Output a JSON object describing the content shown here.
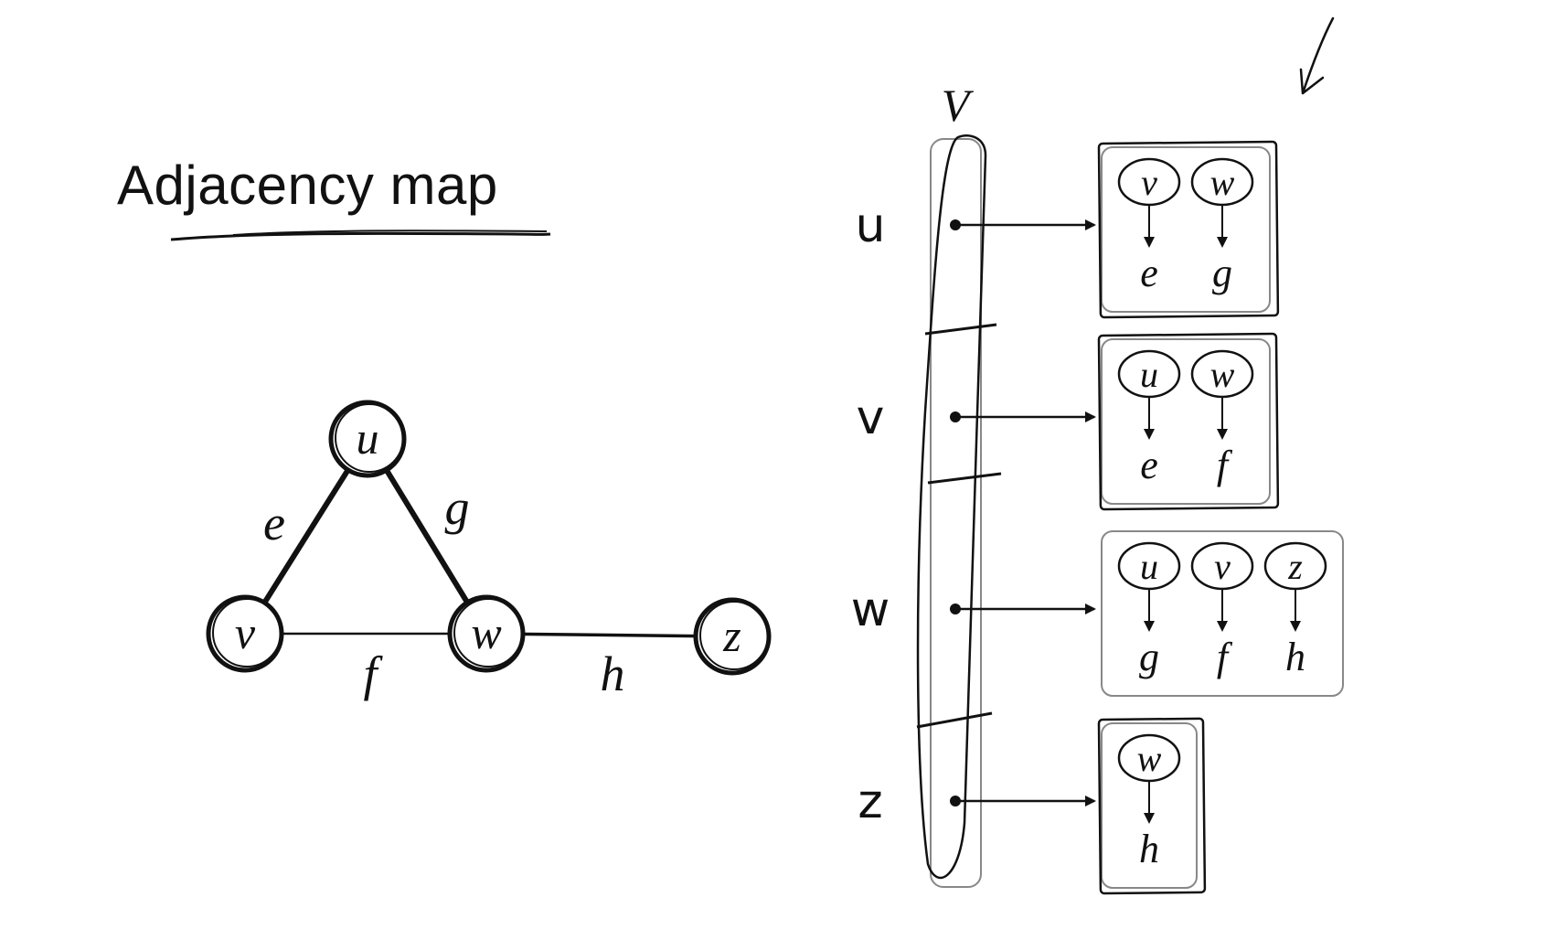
{
  "title": "Adjacency map",
  "colors": {
    "ink": "#111111",
    "box": "#888888",
    "background": "#ffffff"
  },
  "graph": {
    "vertices": [
      "u",
      "v",
      "w",
      "z"
    ],
    "edges": [
      {
        "label": "e",
        "from": "u",
        "to": "v"
      },
      {
        "label": "g",
        "from": "u",
        "to": "w"
      },
      {
        "label": "f",
        "from": "v",
        "to": "w"
      },
      {
        "label": "h",
        "from": "w",
        "to": "z"
      }
    ]
  },
  "map": {
    "header": "V",
    "rows": [
      {
        "key": "u",
        "entries": [
          {
            "vertex": "v",
            "edge": "e"
          },
          {
            "vertex": "w",
            "edge": "g"
          }
        ]
      },
      {
        "key": "v",
        "entries": [
          {
            "vertex": "u",
            "edge": "e"
          },
          {
            "vertex": "w",
            "edge": "f"
          }
        ]
      },
      {
        "key": "w",
        "entries": [
          {
            "vertex": "u",
            "edge": "g"
          },
          {
            "vertex": "v",
            "edge": "f"
          },
          {
            "vertex": "z",
            "edge": "h"
          }
        ]
      },
      {
        "key": "z",
        "entries": [
          {
            "vertex": "w",
            "edge": "h"
          }
        ]
      }
    ]
  }
}
